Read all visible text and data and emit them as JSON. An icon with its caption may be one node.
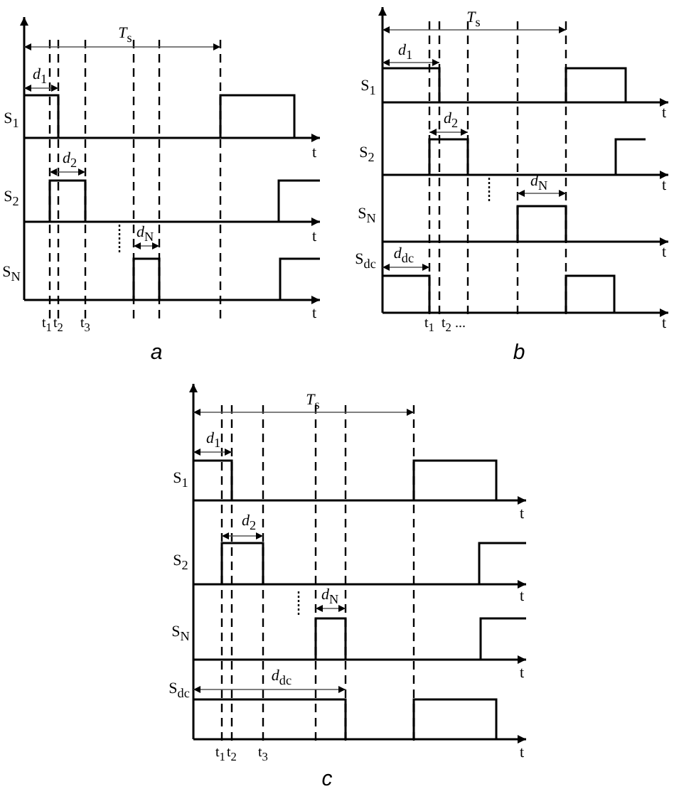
{
  "diagram": {
    "labels": [
      "*T*$_{s}$",
      "*d*$_{1}$",
      "S$_{1}$",
      "t",
      "*d*$_{2}$",
      "S$_{2}$",
      "t",
      "*d*$_{N}$",
      "S$_{N}$",
      "t",
      "t$_{1}$",
      "t$_{2}$",
      "t$_{3}$",
      "*a*",
      "*T*$_{s}$",
      "*d*$_{1}$",
      "S$_{1}$",
      "t",
      "*d*$_{2}$",
      "S$_{2}$",
      "t",
      "*d*$_{N}$",
      "S$_{N}$",
      "t",
      "*d*$_{dc}$",
      "S$_{dc}$",
      "t",
      "t$_{1}$",
      "t$_{2}$ ...",
      "*b*",
      "*T*$_{s}$",
      "*d*$_{1}$",
      "S$_{1}$",
      "t",
      "*d*$_{2}$",
      "S$_{2}$",
      "t",
      "*d*$_{N}$",
      "S$_{N}$",
      "t",
      "*d*$_{dc}$",
      "S$_{dc}$",
      "t",
      "t$_{1}$",
      "t$_{2}$",
      "t$_{3}$",
      "*c*"
    ]
  }
}
